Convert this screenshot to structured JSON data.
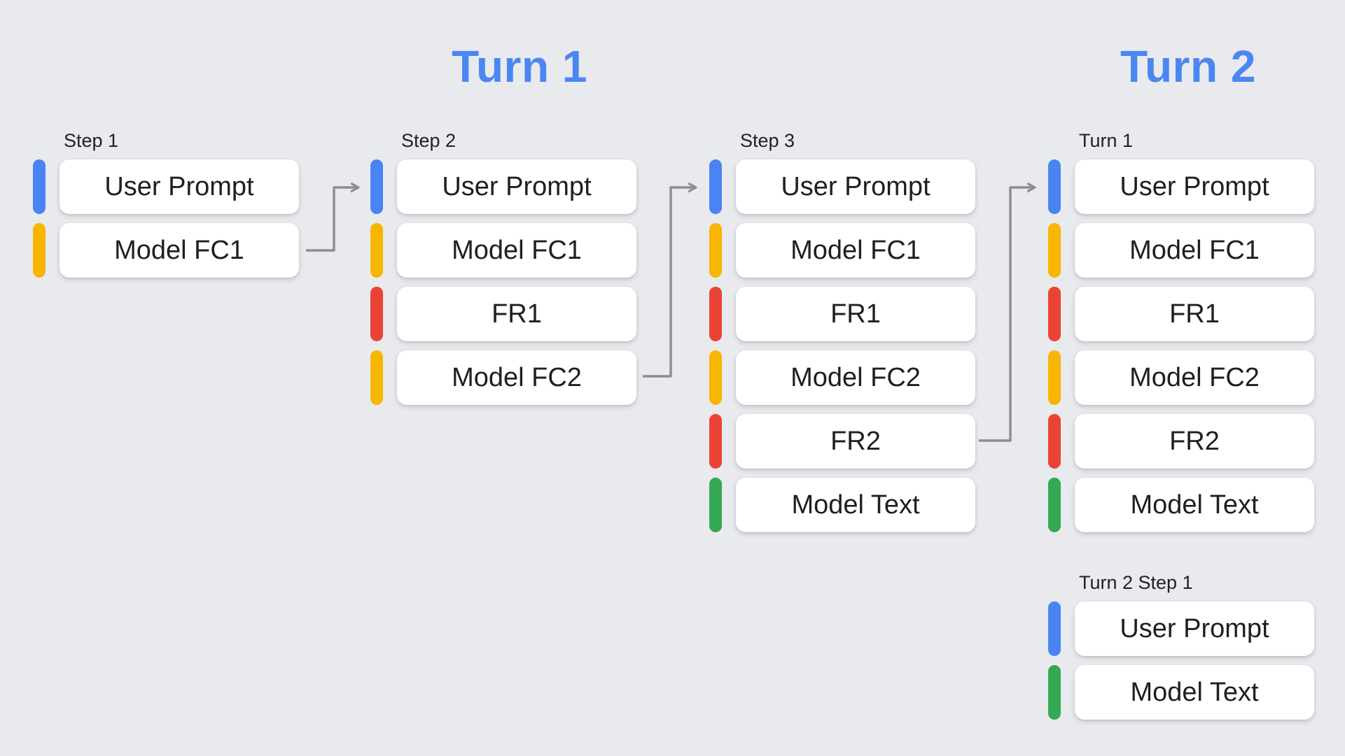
{
  "headers": {
    "turn1": "Turn 1",
    "turn2": "Turn 2"
  },
  "columns": [
    {
      "label": "Step 1",
      "cards": [
        {
          "type": "user",
          "label": "User Prompt"
        },
        {
          "type": "fc",
          "label": "Model FC1"
        }
      ]
    },
    {
      "label": "Step 2",
      "cards": [
        {
          "type": "user",
          "label": "User Prompt"
        },
        {
          "type": "fc",
          "label": "Model FC1"
        },
        {
          "type": "fr",
          "label": "FR1"
        },
        {
          "type": "fc",
          "label": "Model FC2"
        }
      ]
    },
    {
      "label": "Step 3",
      "cards": [
        {
          "type": "user",
          "label": "User Prompt"
        },
        {
          "type": "fc",
          "label": "Model FC1"
        },
        {
          "type": "fr",
          "label": "FR1"
        },
        {
          "type": "fc",
          "label": "Model FC2"
        },
        {
          "type": "fr",
          "label": "FR2"
        },
        {
          "type": "text",
          "label": "Model Text"
        }
      ]
    },
    {
      "label": "Turn 1",
      "cards": [
        {
          "type": "user",
          "label": "User Prompt"
        },
        {
          "type": "fc",
          "label": "Model FC1"
        },
        {
          "type": "fr",
          "label": "FR1"
        },
        {
          "type": "fc",
          "label": "Model FC2"
        },
        {
          "type": "fr",
          "label": "FR2"
        },
        {
          "type": "text",
          "label": "Model Text"
        }
      ]
    },
    {
      "label": "Turn 2 Step 1",
      "cards": [
        {
          "type": "user",
          "label": "User Prompt"
        },
        {
          "type": "text",
          "label": "Model Text"
        }
      ]
    }
  ],
  "arrows": [
    {
      "from": "Step 1 / Model FC1",
      "to": "Step 2 / User Prompt"
    },
    {
      "from": "Step 2 / Model FC2",
      "to": "Step 3 / User Prompt"
    },
    {
      "from": "Step 3 / FR2",
      "to": "Turn 1 / User Prompt"
    }
  ],
  "colors": {
    "background": "#e8eaed",
    "header": "#4c86f3",
    "user": "#4a84f3",
    "fc": "#f7b602",
    "fr": "#ea4335",
    "text": "#34a853",
    "arrow": "#8a8d92",
    "card_bg": "#ffffff",
    "card_text": "#1f1f1f",
    "label_text": "#202124"
  }
}
